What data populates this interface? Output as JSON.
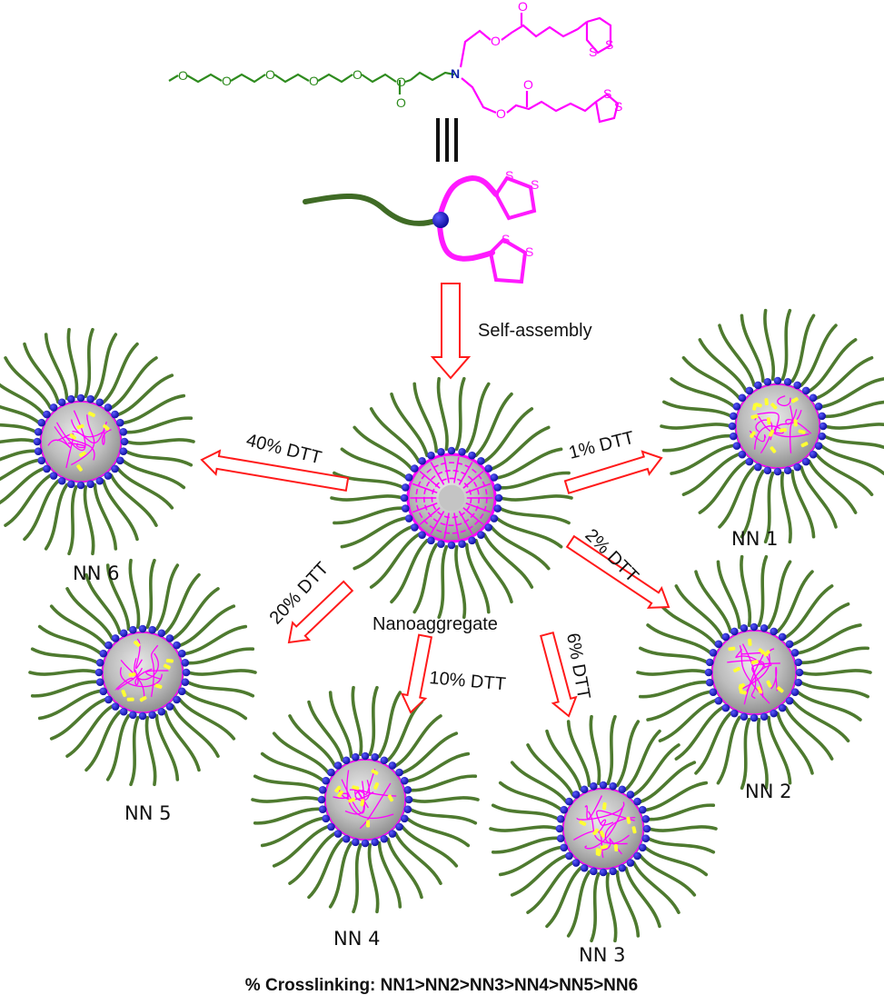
{
  "figure": {
    "type": "self-assembly and crosslinking schematic",
    "colors": {
      "peg_chain": "#4e7a2f",
      "lipoic_arm": "#ff00ff",
      "nitrogen": "#0a1fa8",
      "arrow_outline": "#ff1a1a",
      "core": "#b9b9b9",
      "crosslink": "#ffff33",
      "shell_bead": "#1a1ad6",
      "text": "#111111"
    }
  },
  "structure": {
    "atoms": {
      "oxygen": "O",
      "nitrogen": "N",
      "sulfur": "S"
    },
    "equivalence_symbol": "III"
  },
  "cartoon": {
    "sulfur_label": "S"
  },
  "self_assembly": {
    "label": "Self-assembly"
  },
  "center": {
    "label": "Nanoaggregate"
  },
  "transformations": [
    {
      "id": "nn1",
      "dtt_label": "1% DTT",
      "product_label": "NN 1",
      "dtt_percent": 1
    },
    {
      "id": "nn2",
      "dtt_label": "2% DTT",
      "product_label": "NN 2",
      "dtt_percent": 2
    },
    {
      "id": "nn3",
      "dtt_label": "6% DTT",
      "product_label": "NN 3",
      "dtt_percent": 6
    },
    {
      "id": "nn4",
      "dtt_label": "10% DTT",
      "product_label": "NN 4",
      "dtt_percent": 10
    },
    {
      "id": "nn5",
      "dtt_label": "20% DTT",
      "product_label": "NN 5",
      "dtt_percent": 20
    },
    {
      "id": "nn6",
      "dtt_label": "40% DTT",
      "product_label": "NN 6",
      "dtt_percent": 40
    }
  ],
  "footer": {
    "text": "% Crosslinking: NN1>NN2>NN3>NN4>NN5>NN6"
  }
}
